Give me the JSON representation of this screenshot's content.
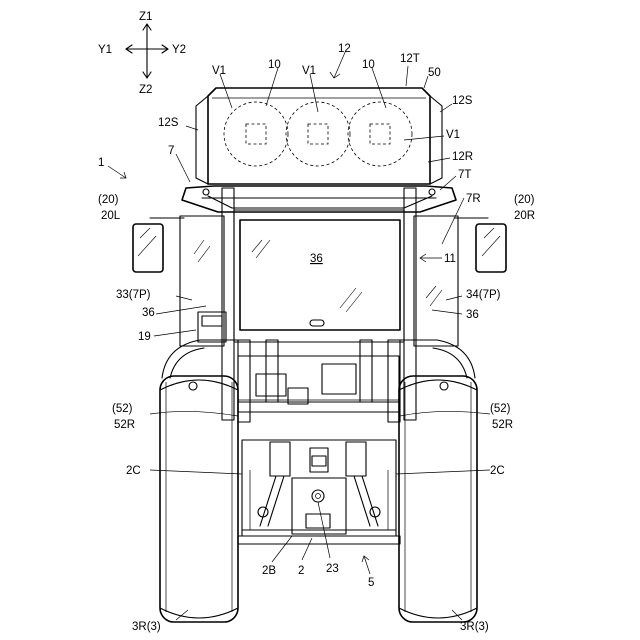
{
  "axes": {
    "z_up": "Z1",
    "z_down": "Z2",
    "y_left": "Y1",
    "y_right": "Y2"
  },
  "labels": {
    "v1_left": "V1",
    "v1_mid": "V1",
    "v1_right": "V1",
    "ten_left": "10",
    "ten_right": "10",
    "twelve": "12",
    "twelve_t": "12T",
    "fifty": "50",
    "twelve_s_right": "12S",
    "twelve_s_left": "12S",
    "twelve_r": "12R",
    "seven": "7",
    "seven_t": "7T",
    "seven_r": "7R",
    "one": "1",
    "twenty_left_paren": "(20)",
    "twenty_left": "20L",
    "twenty_right_paren": "(20)",
    "twenty_right": "20R",
    "thirty_six_center": "36",
    "eleven": "11",
    "thirty_three": "33(7P)",
    "thirty_four": "34(7P)",
    "thirty_six_left": "36",
    "thirty_six_right": "36",
    "nineteen": "19",
    "fifty_two_left_paren": "(52)",
    "fifty_two_left": "52R",
    "fifty_two_right_paren": "(52)",
    "fifty_two_right": "52R",
    "two_c_left": "2C",
    "two_c_right": "2C",
    "two_b": "2B",
    "two": "2",
    "twenty_three": "23",
    "five": "5",
    "three_r_left": "3R(3)",
    "three_r_right": "3R(3)"
  }
}
